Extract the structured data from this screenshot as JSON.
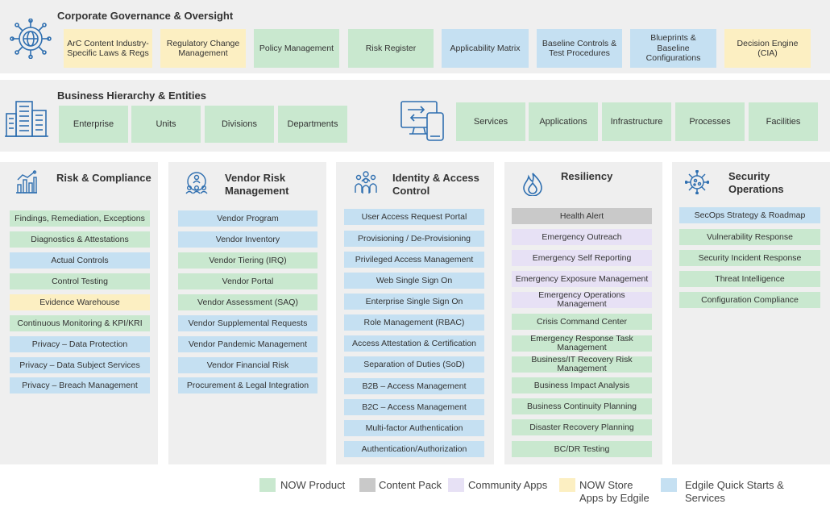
{
  "governance": {
    "title": "Corporate Governance & Oversight",
    "boxes": [
      {
        "label": "ArC Content Industry-Specific Laws & Regs",
        "color": "yellow"
      },
      {
        "label": "Regulatory Change Management",
        "color": "yellow"
      },
      {
        "label": "Policy Management",
        "color": "green"
      },
      {
        "label": "Risk Register",
        "color": "green"
      },
      {
        "label": "Applicability Matrix",
        "color": "blue"
      },
      {
        "label": "Baseline Controls & Test Procedures",
        "color": "blue"
      },
      {
        "label": "Blueprints & Baseline Configurations",
        "color": "blue"
      },
      {
        "label": "Decision Engine (CIA)",
        "color": "yellow"
      }
    ]
  },
  "business": {
    "title": "Business Hierarchy & Entities",
    "entities": [
      "Enterprise",
      "Units",
      "Divisions",
      "Departments"
    ],
    "assets": [
      "Services",
      "Applications",
      "Infrastructure",
      "Processes",
      "Facilities"
    ]
  },
  "columns": [
    {
      "title": "Risk & Compliance",
      "icon": "chart-icon",
      "items": [
        {
          "label": "Findings, Remediation, Exceptions",
          "color": "green"
        },
        {
          "label": "Diagnostics & Attestations",
          "color": "green"
        },
        {
          "label": "Actual Controls",
          "color": "blue"
        },
        {
          "label": "Control Testing",
          "color": "green"
        },
        {
          "label": "Evidence Warehouse",
          "color": "yellow"
        },
        {
          "label": "Continuous Monitoring & KPI/KRI",
          "color": "green"
        },
        {
          "label": "Privacy – Data Protection",
          "color": "blue"
        },
        {
          "label": "Privacy – Data Subject Services",
          "color": "blue"
        },
        {
          "label": "Privacy – Breach Management",
          "color": "blue"
        }
      ]
    },
    {
      "title": "Vendor Risk Management",
      "icon": "network-people-icon",
      "items": [
        {
          "label": "Vendor Program",
          "color": "blue"
        },
        {
          "label": "Vendor Inventory",
          "color": "blue"
        },
        {
          "label": "Vendor Tiering (IRQ)",
          "color": "green"
        },
        {
          "label": "Vendor Portal",
          "color": "green"
        },
        {
          "label": "Vendor Assessment (SAQ)",
          "color": "green"
        },
        {
          "label": "Vendor Supplemental Requests",
          "color": "blue"
        },
        {
          "label": "Vendor Pandemic Management",
          "color": "blue"
        },
        {
          "label": "Vendor Financial Risk",
          "color": "blue"
        },
        {
          "label": "Procurement & Legal Integration",
          "color": "blue"
        }
      ]
    },
    {
      "title": "Identity & Access Control",
      "icon": "group-icon",
      "items": [
        {
          "label": "User Access Request Portal",
          "color": "blue"
        },
        {
          "label": "Provisioning / De-Provisioning",
          "color": "blue"
        },
        {
          "label": "Privileged Access Management",
          "color": "blue"
        },
        {
          "label": "Web Single Sign On",
          "color": "blue"
        },
        {
          "label": "Enterprise Single Sign On",
          "color": "blue"
        },
        {
          "label": "Role Management (RBAC)",
          "color": "blue"
        },
        {
          "label": "Access Attestation & Certification",
          "color": "blue"
        },
        {
          "label": "Separation of Duties (SoD)",
          "color": "blue"
        },
        {
          "label": "B2B – Access Management",
          "color": "blue"
        },
        {
          "label": "B2C – Access Management",
          "color": "blue"
        },
        {
          "label": "Multi-factor Authentication",
          "color": "blue"
        },
        {
          "label": "Authentication/Authorization",
          "color": "blue"
        }
      ]
    },
    {
      "title": "Resiliency",
      "icon": "flame-icon",
      "items": [
        {
          "label": "Health Alert",
          "color": "gray"
        },
        {
          "label": "Emergency Outreach",
          "color": "purple"
        },
        {
          "label": "Emergency Self Reporting",
          "color": "purple"
        },
        {
          "label": "Emergency Exposure Management",
          "color": "purple"
        },
        {
          "label": "Emergency Operations Management",
          "color": "purple"
        },
        {
          "label": "Crisis Command Center",
          "color": "green"
        },
        {
          "label": "Emergency Response Task Management",
          "color": "green"
        },
        {
          "label": "Business/IT Recovery Risk Management",
          "color": "green"
        },
        {
          "label": "Business Impact Analysis",
          "color": "green"
        },
        {
          "label": "Business Continuity Planning",
          "color": "green"
        },
        {
          "label": "Disaster Recovery Planning",
          "color": "green"
        },
        {
          "label": "BC/DR Testing",
          "color": "green"
        }
      ]
    },
    {
      "title": "Security Operations",
      "icon": "virus-icon",
      "items": [
        {
          "label": "SecOps Strategy & Roadmap",
          "color": "blue"
        },
        {
          "label": "Vulnerability Response",
          "color": "green"
        },
        {
          "label": "Security Incident Response",
          "color": "green"
        },
        {
          "label": "Threat Intelligence",
          "color": "green"
        },
        {
          "label": "Configuration Compliance",
          "color": "green"
        }
      ]
    }
  ],
  "legend": [
    {
      "label": "NOW Product",
      "color": "green"
    },
    {
      "label": "Content Pack",
      "color": "gray"
    },
    {
      "label": "Community Apps",
      "color": "purple"
    },
    {
      "label": "NOW Store Apps by Edgile",
      "color": "yellow"
    },
    {
      "label": "Edgile Quick Starts & Services",
      "color": "blue"
    }
  ],
  "colors": {
    "green": "#c9e8cf",
    "gray": "#c9c9c9",
    "purple": "#e7e1f5",
    "yellow": "#fcefc2",
    "blue": "#c5e0f2",
    "icon_blue": "#2f6fb0"
  }
}
